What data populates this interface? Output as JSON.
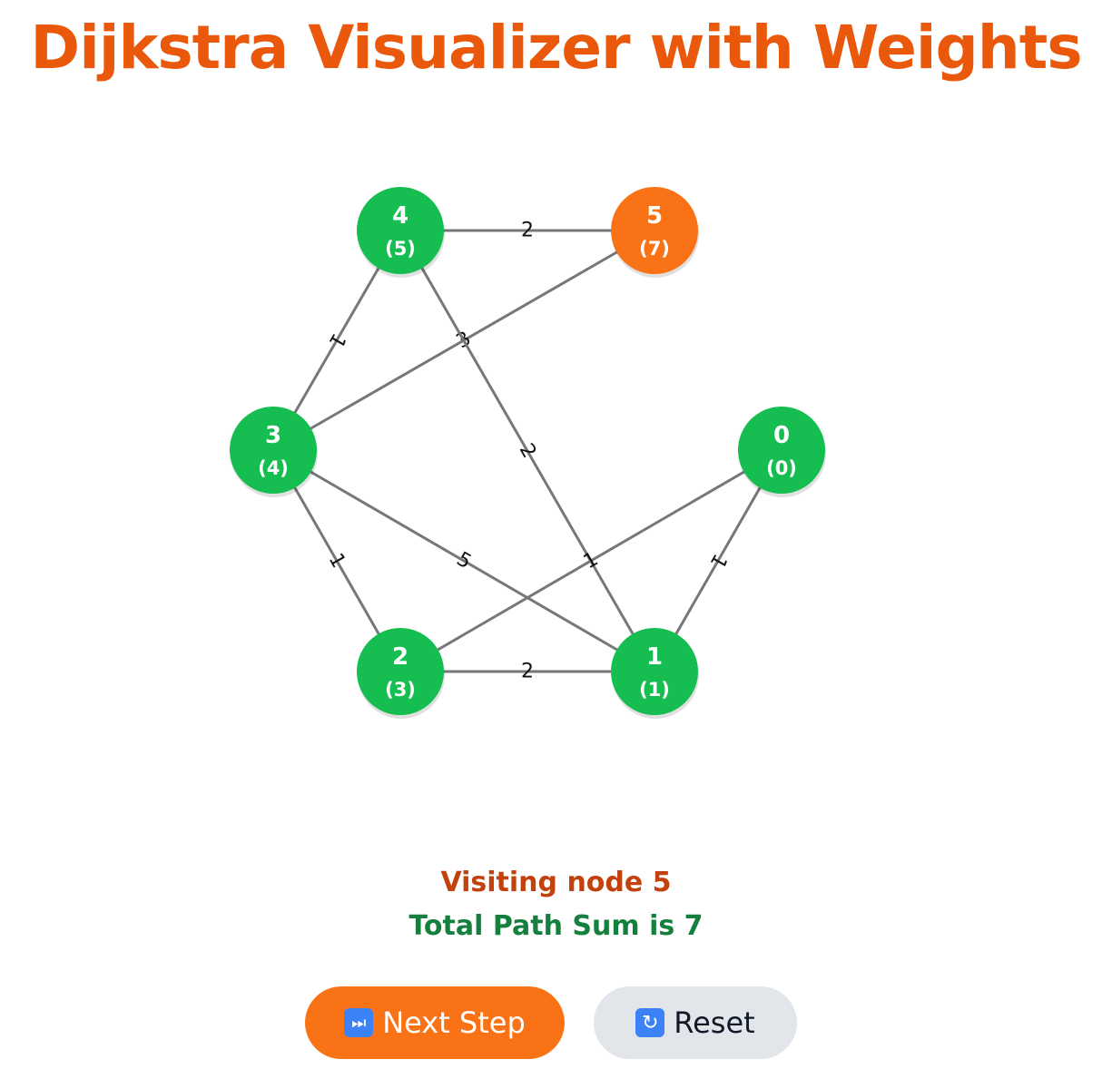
{
  "title": "Dijkstra Visualizer with Weights",
  "graph": {
    "nodes": [
      {
        "id": "0",
        "dist": "(0)",
        "state": "visited"
      },
      {
        "id": "1",
        "dist": "(1)",
        "state": "visited"
      },
      {
        "id": "2",
        "dist": "(3)",
        "state": "visited"
      },
      {
        "id": "3",
        "dist": "(4)",
        "state": "visited"
      },
      {
        "id": "4",
        "dist": "(5)",
        "state": "visited"
      },
      {
        "id": "5",
        "dist": "(7)",
        "state": "current"
      }
    ],
    "edges": [
      {
        "from": "4",
        "to": "5",
        "weight": "2"
      },
      {
        "from": "4",
        "to": "3",
        "weight": "1"
      },
      {
        "from": "3",
        "to": "5",
        "weight": "3"
      },
      {
        "from": "4",
        "to": "1",
        "weight": "2"
      },
      {
        "from": "3",
        "to": "2",
        "weight": "1"
      },
      {
        "from": "3",
        "to": "1",
        "weight": "5"
      },
      {
        "from": "2",
        "to": "0",
        "weight": "1"
      },
      {
        "from": "0",
        "to": "1",
        "weight": "1"
      },
      {
        "from": "2",
        "to": "1",
        "weight": "2"
      }
    ]
  },
  "colors": {
    "visited": "#16be52",
    "current": "#f97316",
    "edge": "#777777"
  },
  "status": {
    "visiting": "Visiting node 5",
    "total": "Total Path Sum is 7"
  },
  "buttons": {
    "next_label": "Next Step",
    "next_icon": "fast-forward-icon",
    "reset_label": "Reset",
    "reset_icon": "refresh-icon"
  }
}
